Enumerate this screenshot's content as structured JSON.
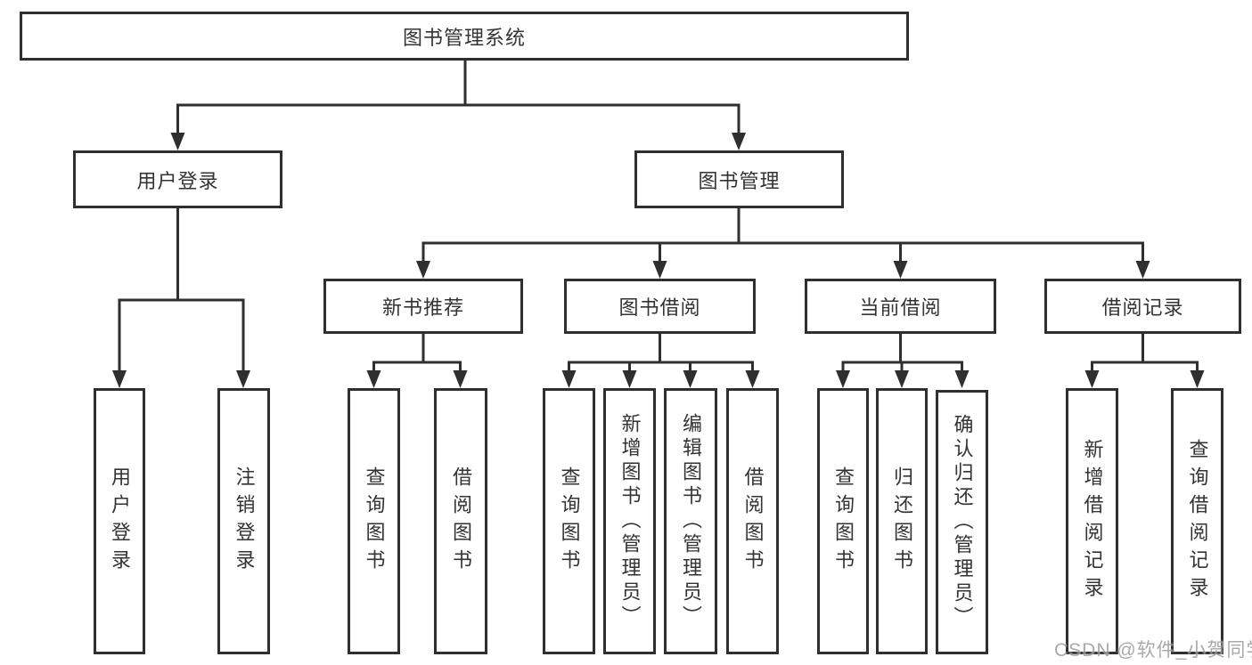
{
  "tree": {
    "root": "图书管理系统",
    "branches": [
      {
        "label": "用户登录",
        "children": [
          "用户登录",
          "注销登录"
        ]
      },
      {
        "label": "图书管理",
        "sections": [
          {
            "label": "新书推荐",
            "children": [
              "查询图书",
              "借阅图书"
            ]
          },
          {
            "label": "图书借阅",
            "children": [
              "查询图书",
              "新增图书（管理员）",
              "编辑图书（管理员）",
              "借阅图书"
            ]
          },
          {
            "label": "当前借阅",
            "children": [
              "查询图书",
              "归还图书",
              "确认归还（管理员）"
            ]
          },
          {
            "label": "借阅记录",
            "children": [
              "新增借阅记录",
              "查询借阅记录"
            ]
          }
        ]
      }
    ]
  },
  "watermark": "CSDN @软件_小贺同学",
  "colors": {
    "line": "#2f2f2f",
    "box_fill": "#ffffff",
    "text": "#333333",
    "watermark": "#9b9b9b"
  }
}
